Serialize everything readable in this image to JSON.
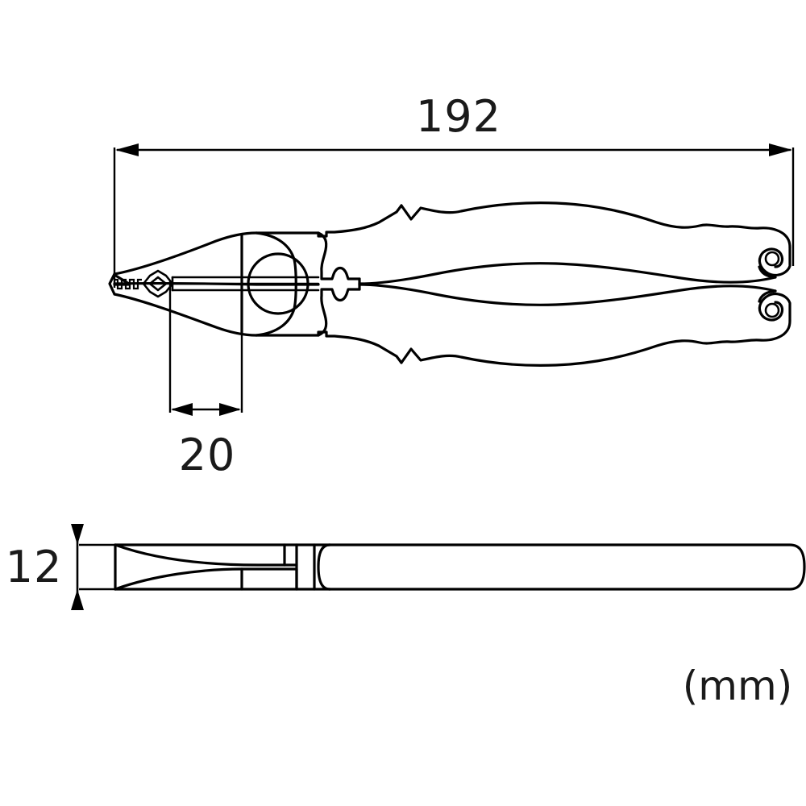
{
  "document": {
    "type": "technical-drawing",
    "subject": "combination pliers",
    "background_color": "#ffffff",
    "line_color": "#000000"
  },
  "dimensions": {
    "overall_length": {
      "label": "192",
      "value": 192,
      "orientation": "horizontal",
      "view": "side-profile-top-view"
    },
    "jaw_length": {
      "label": "20",
      "value": 20,
      "orientation": "horizontal",
      "view": "side-profile-top-view"
    },
    "thickness": {
      "label": "12",
      "value": 12,
      "orientation": "vertical",
      "view": "edge-view-bottom"
    }
  },
  "unit_note": {
    "label": "(mm)"
  },
  "views": {
    "top": {
      "name": "side profile view of pliers",
      "features": [
        "pointed serrated gripping jaw",
        "diamond shaped cutting edge",
        "circular pivot joint",
        "two ergonomic contoured handles",
        "handle hanging holes"
      ]
    },
    "bottom": {
      "name": "edge view of pliers",
      "features": [
        "hourglass tapered jaw profile",
        "stepped joint blocks",
        "rounded rectangular handle"
      ]
    }
  }
}
